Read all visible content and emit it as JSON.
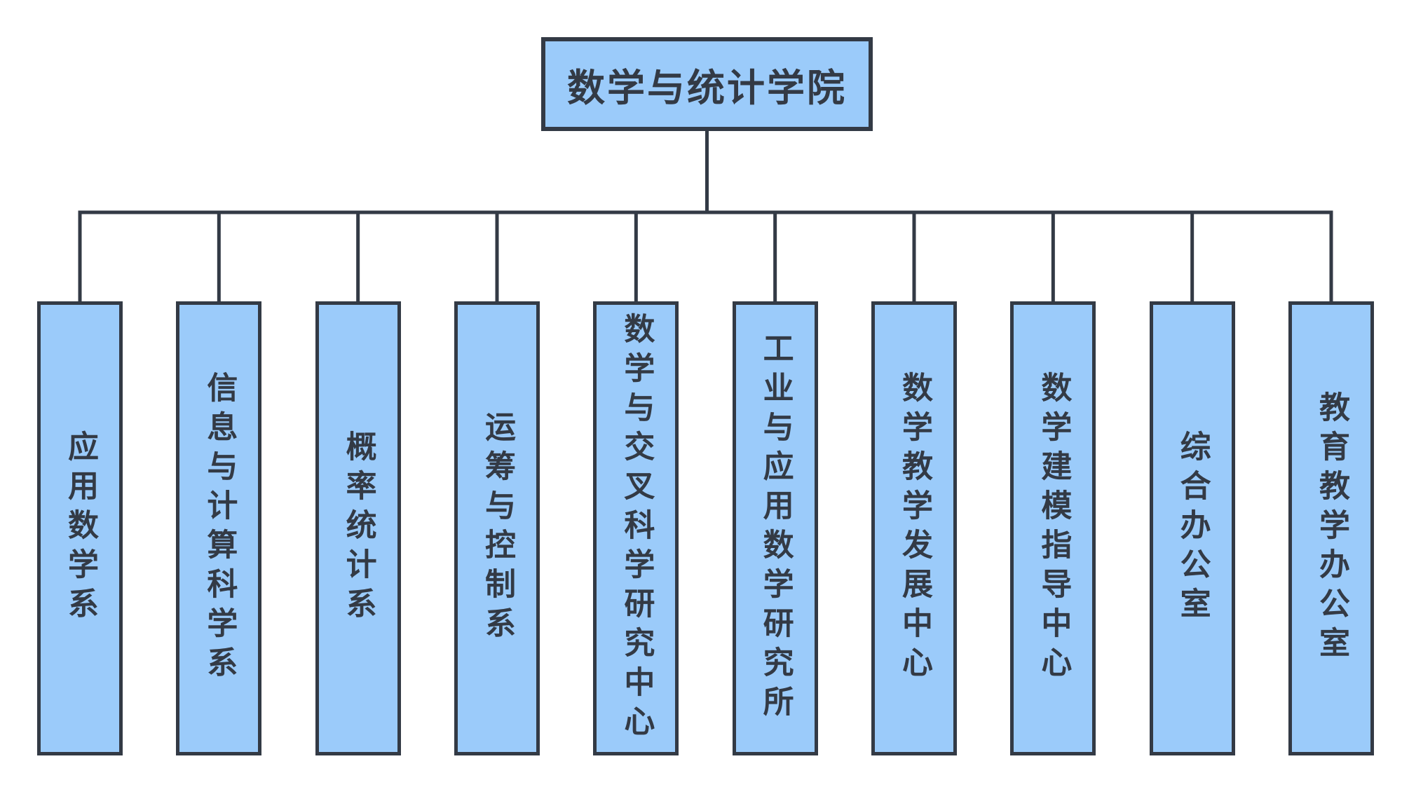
{
  "diagram": {
    "root": {
      "label": "数学与统计学院"
    },
    "children": [
      {
        "label": "应用数学系"
      },
      {
        "label": "信息与计算科学系"
      },
      {
        "label": "概率统计系"
      },
      {
        "label": "运筹与控制系"
      },
      {
        "label": "数学与交叉科学研究中心"
      },
      {
        "label": "工业与应用数学研究所"
      },
      {
        "label": "数学教学发展中心"
      },
      {
        "label": "数学建模指导中心"
      },
      {
        "label": "综合办公室"
      },
      {
        "label": "教育教学办公室"
      }
    ],
    "colors": {
      "node_fill": "#9bcbfa",
      "node_border": "#333a45",
      "text": "#333a45",
      "connector_line": "#333a45",
      "background": "#ffffff"
    }
  }
}
